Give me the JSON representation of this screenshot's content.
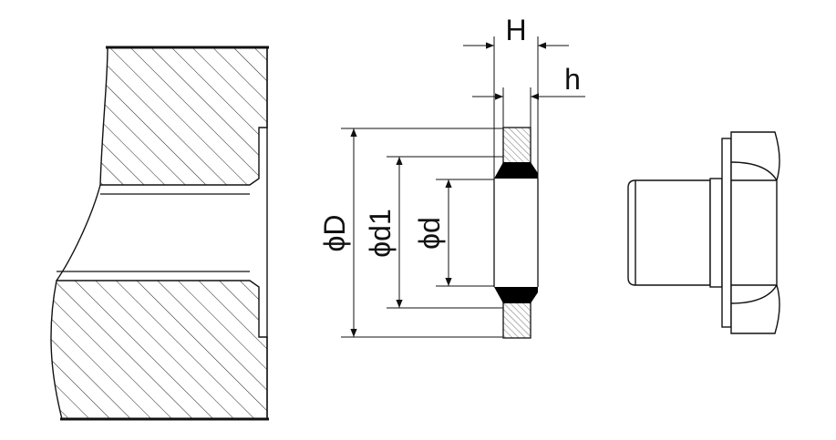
{
  "labels": {
    "H": "H",
    "h": "h",
    "D": "ϕD",
    "d1": "ϕd1",
    "d": "ϕd"
  },
  "colors": {
    "line": "#111111",
    "background": "#ffffff"
  }
}
